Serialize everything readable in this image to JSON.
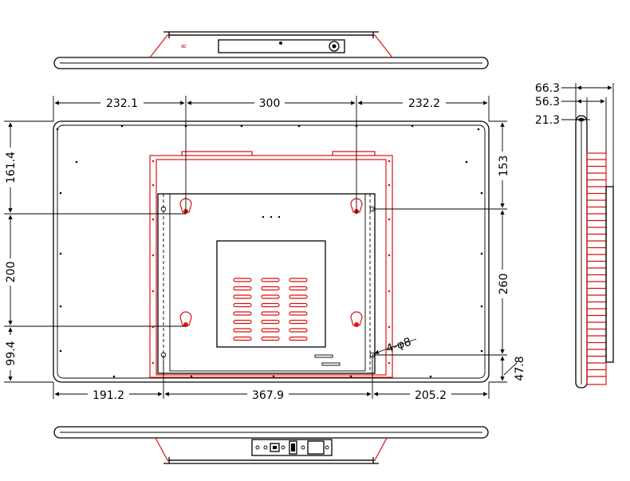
{
  "dimensions": {
    "top_left_width": "232.1",
    "top_mid_width": "300",
    "top_right_width": "232.2",
    "bottom_left_width": "191.2",
    "bottom_mid_width": "367.9",
    "bottom_right_width": "205.2",
    "left_top_height": "161.4",
    "left_mid_height": "200",
    "left_bottom_height": "99.4",
    "right_top_height": "153",
    "right_mid_height": "260",
    "right_bottom_height": "47.8",
    "hole_spec": "4-φ8",
    "side_depth_total": "66.3",
    "side_depth_mid": "56.3",
    "side_depth_front": "21.3"
  },
  "colors": {
    "outline": "#000000",
    "mount_bracket": "#dd1111"
  }
}
